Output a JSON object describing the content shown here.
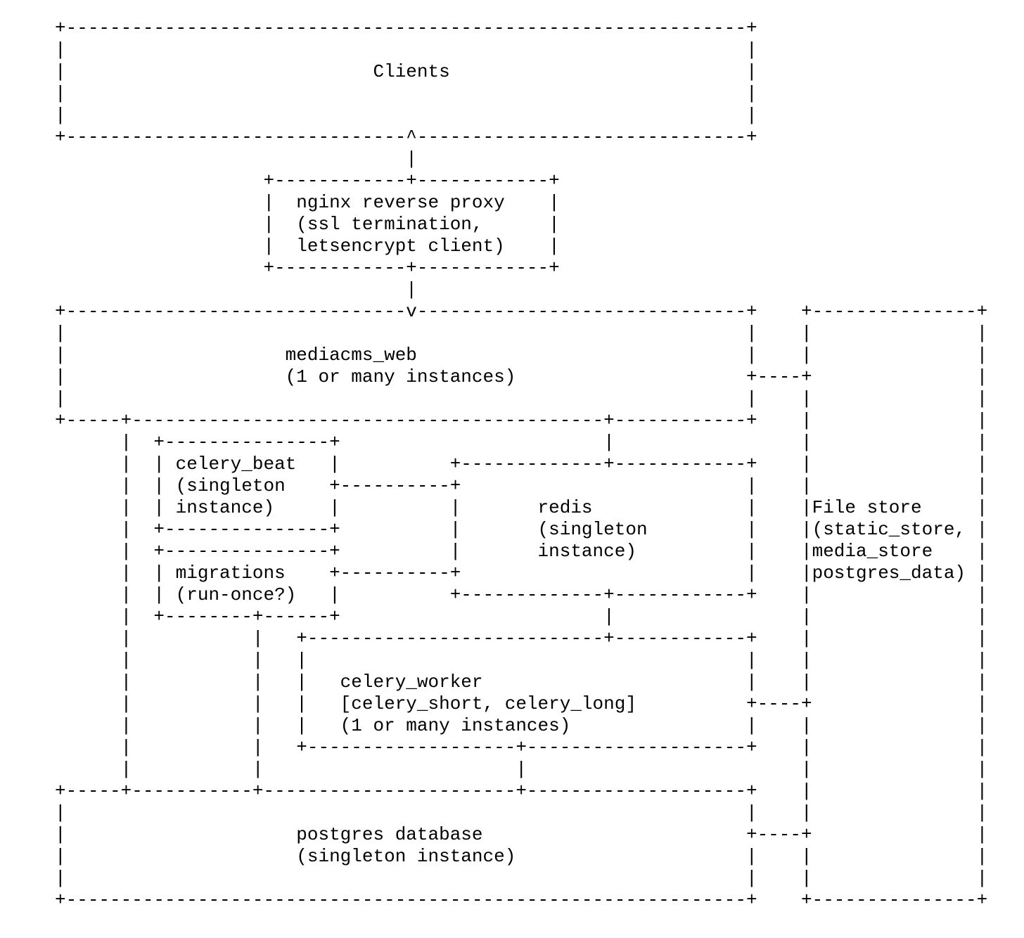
{
  "page": {
    "background_color": "#ffffff",
    "text_color": "#000000"
  },
  "diagram": {
    "type": "ascii-architecture-diagram",
    "ascii_lines": [
      "     +--------------------------------------------------------------+",
      "     |                                                              |",
      "     |                            Clients                           |",
      "     |                                                              |",
      "     |                                                              |",
      "     +-------------------------------^------------------------------+",
      "                                     |",
      "                        +------------+------------+",
      "                        |  nginx reverse proxy    |",
      "                        |  (ssl termination,      |",
      "                        |  letsencrypt client)    |",
      "                        +------------+------------+",
      "                                     |",
      "     +-------------------------------v------------------------------+    +---------------+",
      "     |                                                              |    |               |",
      "     |                    mediacms_web                              |    |               |",
      "     |                    (1 or many instances)                     +----+               |",
      "     |                                                              |    |               |",
      "     +-----+-------------------------------------------+------------+    |               |",
      "           |  +---------------+                        |                 |               |",
      "           |  | celery_beat   |          +-------------+------------+    |               |",
      "           |  | (singleton    +----------+                          |    |               |",
      "           |  | instance)     |          |       redis              |    |File store     |",
      "           |  +---------------+          |       (singleton         |    |(static_store, |",
      "           |  +---------------+          |       instance)          |    |media_store    |",
      "           |  | migrations    +----------+                          |    |postgres_data) |",
      "           |  | (run-once?)   |          +-------------+------------+    |               |",
      "           |  +--------+------+                        |                 |               |",
      "           |           |   +---------------------------+------------+    |               |",
      "           |           |   |                                        |    |               |",
      "           |           |   |   celery_worker                        |    |               |",
      "           |           |   |   [celery_short, celery_long]          +----+               |",
      "           |           |   |   (1 or many instances)                |    |               |",
      "           |           |   +-------------------+--------------------+    |               |",
      "           |           |                       |                         |               |",
      "     +-----+-----------+-----------------------+--------------------+    |               |",
      "     |                                                              |    |               |",
      "     |                     postgres database                        +----+               |",
      "     |                     (singleton instance)                     |    |               |",
      "     |                                                              |    |               |",
      "     +--------------------------------------------------------------+    +---------------+"
    ],
    "nodes": [
      {
        "name": "clients",
        "label": "Clients"
      },
      {
        "name": "nginx-reverse-proxy",
        "label": "nginx reverse proxy",
        "sublabel": "(ssl termination, letsencrypt client)"
      },
      {
        "name": "mediacms-web",
        "label": "mediacms_web",
        "sublabel": "(1 or many instances)"
      },
      {
        "name": "celery-beat",
        "label": "celery_beat",
        "sublabel": "(singleton instance)"
      },
      {
        "name": "redis",
        "label": "redis",
        "sublabel": "(singleton instance)"
      },
      {
        "name": "migrations",
        "label": "migrations",
        "sublabel": "(run-once?)"
      },
      {
        "name": "celery-worker",
        "label": "celery_worker",
        "sublabel": "[celery_short, celery_long] (1 or many instances)"
      },
      {
        "name": "postgres-database",
        "label": "postgres database",
        "sublabel": "(singleton instance)"
      },
      {
        "name": "file-store",
        "label": "File store",
        "sublabel": "(static_store, media_store postgres_data)"
      }
    ],
    "connections": [
      {
        "from": "nginx-reverse-proxy",
        "to": "clients",
        "style": "arrow-up"
      },
      {
        "from": "nginx-reverse-proxy",
        "to": "mediacms-web",
        "style": "arrow-down"
      },
      {
        "from": "mediacms-web",
        "to": "redis",
        "style": "line"
      },
      {
        "from": "mediacms-web",
        "to": "postgres-database",
        "style": "line"
      },
      {
        "from": "mediacms-web",
        "to": "file-store",
        "style": "line"
      },
      {
        "from": "celery-beat",
        "to": "redis",
        "style": "line"
      },
      {
        "from": "migrations",
        "to": "redis",
        "style": "line"
      },
      {
        "from": "migrations",
        "to": "postgres-database",
        "style": "line"
      },
      {
        "from": "redis",
        "to": "celery-worker",
        "style": "line"
      },
      {
        "from": "celery-worker",
        "to": "postgres-database",
        "style": "line"
      },
      {
        "from": "celery-worker",
        "to": "file-store",
        "style": "line"
      },
      {
        "from": "postgres-database",
        "to": "file-store",
        "style": "line"
      }
    ]
  }
}
